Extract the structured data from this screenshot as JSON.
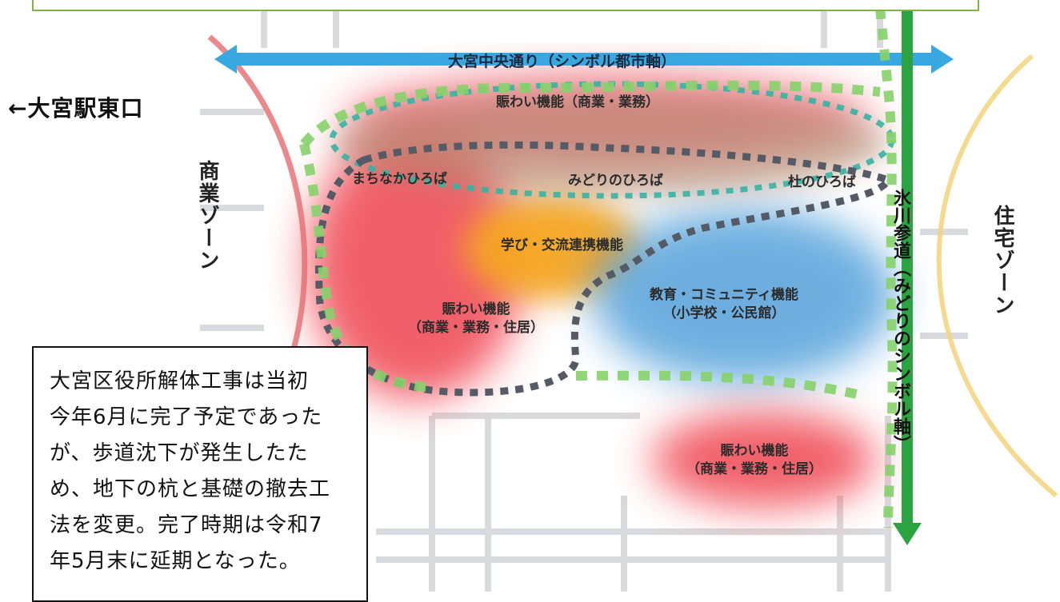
{
  "station_label": "←大宮駅東口",
  "avenue_label": "大宮中央通り（シンボル都市軸）",
  "zones": {
    "commercial": "商業ゾーン",
    "residential": "住宅ゾーン"
  },
  "hikawa_axis": "氷川参道（みどりのシンボル軸）",
  "plazas": {
    "machinaka": "まちなかひろば",
    "midori": "みどりのひろば",
    "mori": "杜のひろば"
  },
  "functions": {
    "top": "賑わい機能（商業・業務）",
    "learning": "学び・交流連携機能",
    "education_line1": "教育・コミュニティ機能",
    "education_line2": "（小学校・公民館）",
    "left_line1": "賑わい機能",
    "left_line2": "（商業・業務・住居）",
    "bottom_line1": "賑わい機能",
    "bottom_line2": "（商業・業務・住居）"
  },
  "note": {
    "lines": [
      "大宮区役所解体工事は当初",
      "今年6月に完了予定であった",
      "が、歩道沈下が発生したた",
      "め、地下の杭と基礎の撤去工",
      "法を変更。完了時期は令和7",
      "年5月末に延期となった。"
    ]
  },
  "colors": {
    "avenue": "#3aa8e0",
    "green_axis": "#2aa340",
    "dashed_green": "#7ccc5a",
    "dashed_grey": "#555b66",
    "red_zone": "#f0505a",
    "orange_zone": "#f5a623",
    "blue_zone": "#4a9bd8",
    "commercial_arc": "#e56b6f",
    "residential_arc": "#f2d27a",
    "top_box_border": "#7fb24a"
  }
}
